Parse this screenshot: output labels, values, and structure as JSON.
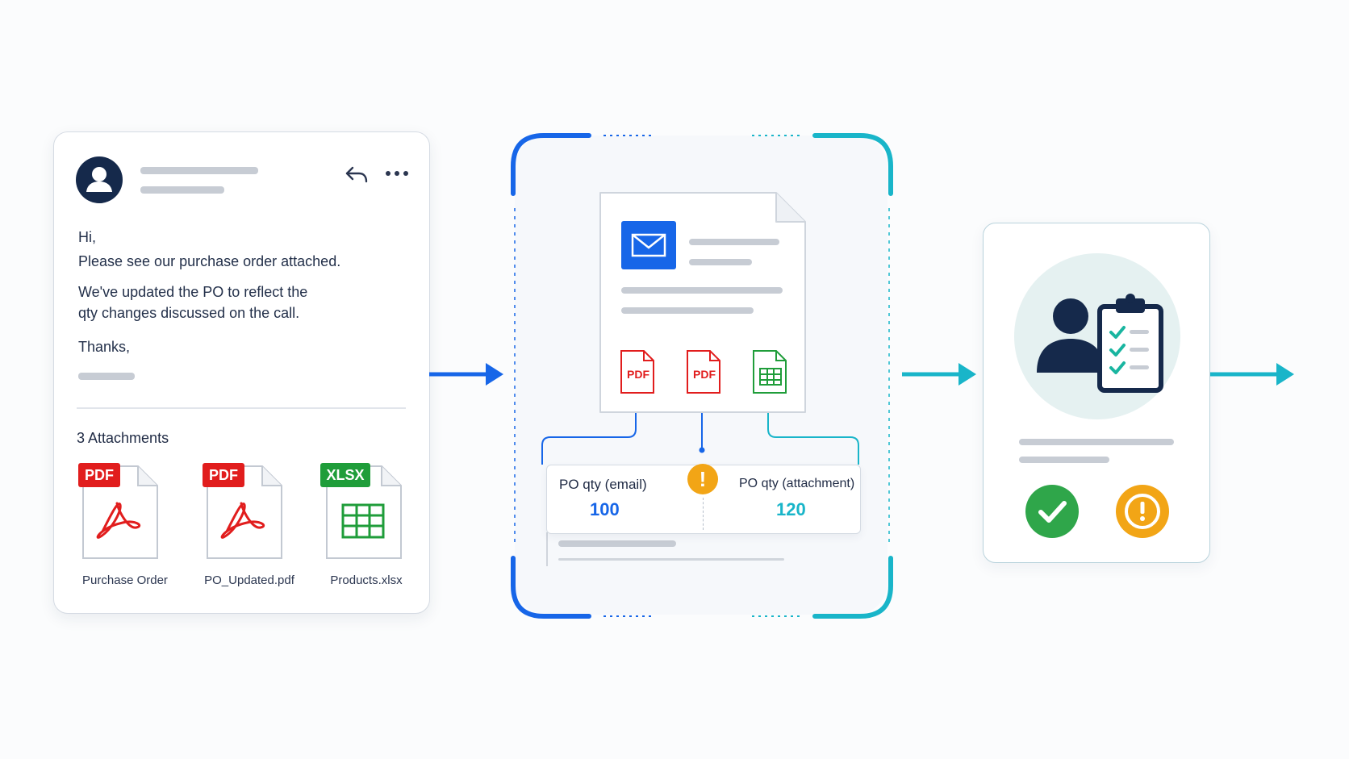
{
  "email": {
    "greeting": "Hi,",
    "line1": "Please see our purchase order attached.",
    "line2a": "We've updated the PO to reflect the",
    "line2b": "qty changes discussed on the call.",
    "signoff": "Thanks,",
    "attachments_title": "3 Attachments",
    "attachments": [
      {
        "badge": "PDF",
        "name": "Purchase Order",
        "color": "#e11d1d"
      },
      {
        "badge": "PDF",
        "name": "PO_Updated.pdf",
        "color": "#e11d1d"
      },
      {
        "badge": "XLSX",
        "name": "Products.xlsx",
        "color": "#1f9d3a"
      }
    ]
  },
  "scanner": {
    "file_badges": [
      "PDF",
      "PDF"
    ],
    "email_qty_label": "PO qty (email)",
    "email_qty_value": "100",
    "attach_qty_label": "PO qty (attachment)",
    "attach_qty_value": "120",
    "warning_symbol": "!"
  },
  "colors": {
    "blue": "#1766e8",
    "teal": "#19b5c9",
    "navy": "#15294b",
    "green": "#2fa64a",
    "amber": "#f2a516",
    "red": "#e11d1d"
  }
}
